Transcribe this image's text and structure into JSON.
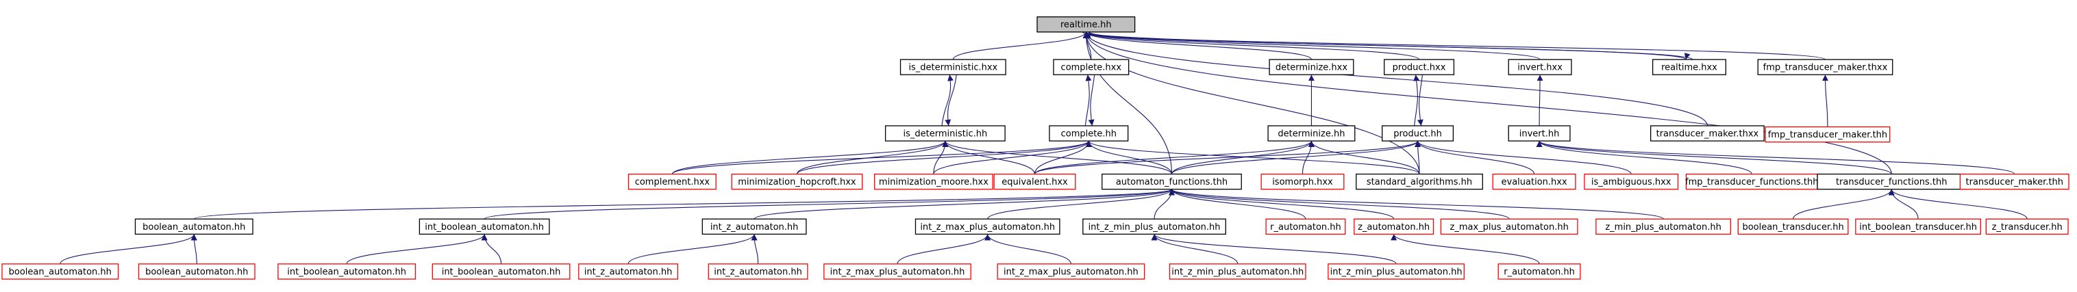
{
  "colors": {
    "edge": "#191970",
    "border_black": "#000000",
    "border_red": "#ff0000",
    "root_fill": "#bfbfbf",
    "node_fill": "#ffffff",
    "text": "#000000"
  },
  "nodes": [
    {
      "id": "realtime_hh",
      "label": "realtime.hh",
      "style": "root"
    },
    {
      "id": "is_det_hxx",
      "label": "is_deterministic.hxx",
      "style": "black"
    },
    {
      "id": "complete_hxx",
      "label": "complete.hxx",
      "style": "black"
    },
    {
      "id": "determinize_hxx",
      "label": "determinize.hxx",
      "style": "black"
    },
    {
      "id": "product_hxx",
      "label": "product.hxx",
      "style": "black"
    },
    {
      "id": "invert_hxx",
      "label": "invert.hxx",
      "style": "black"
    },
    {
      "id": "realtime_hxx",
      "label": "realtime.hxx",
      "style": "black"
    },
    {
      "id": "fmp_tm_thxx",
      "label": "fmp_transducer_maker.thxx",
      "style": "black"
    },
    {
      "id": "is_det_hh",
      "label": "is_deterministic.hh",
      "style": "black"
    },
    {
      "id": "complete_hh",
      "label": "complete.hh",
      "style": "black"
    },
    {
      "id": "determinize_hh",
      "label": "determinize.hh",
      "style": "black"
    },
    {
      "id": "product_hh",
      "label": "product.hh",
      "style": "black"
    },
    {
      "id": "invert_hh",
      "label": "invert.hh",
      "style": "black"
    },
    {
      "id": "tm_thxx",
      "label": "transducer_maker.thxx",
      "style": "black"
    },
    {
      "id": "fmp_tm_thh",
      "label": "fmp_transducer_maker.thh",
      "style": "red"
    },
    {
      "id": "complement_hxx",
      "label": "complement.hxx",
      "style": "red"
    },
    {
      "id": "min_hop_hxx",
      "label": "minimization_hopcroft.hxx",
      "style": "red"
    },
    {
      "id": "min_moore_hxx",
      "label": "minimization_moore.hxx",
      "style": "red"
    },
    {
      "id": "equivalent_hxx",
      "label": "equivalent.hxx",
      "style": "red"
    },
    {
      "id": "af_thh",
      "label": "automaton_functions.thh",
      "style": "black"
    },
    {
      "id": "isomorph_hxx",
      "label": "isomorph.hxx",
      "style": "red"
    },
    {
      "id": "std_alg_hh",
      "label": "standard_algorithms.hh",
      "style": "black"
    },
    {
      "id": "evaluation_hxx",
      "label": "evaluation.hxx",
      "style": "red"
    },
    {
      "id": "is_amb_hxx",
      "label": "is_ambiguous.hxx",
      "style": "red"
    },
    {
      "id": "fmp_tf_thh",
      "label": "fmp_transducer_functions.thh",
      "style": "red"
    },
    {
      "id": "tf_thh",
      "label": "transducer_functions.thh",
      "style": "black"
    },
    {
      "id": "tm_thh",
      "label": "transducer_maker.thh",
      "style": "red"
    },
    {
      "id": "bool_aut_hh",
      "label": "boolean_automaton.hh",
      "style": "black"
    },
    {
      "id": "int_bool_aut_hh",
      "label": "int_boolean_automaton.hh",
      "style": "black"
    },
    {
      "id": "int_z_aut_hh",
      "label": "int_z_automaton.hh",
      "style": "black"
    },
    {
      "id": "int_z_max_hh",
      "label": "int_z_max_plus_automaton.hh",
      "style": "black"
    },
    {
      "id": "int_z_min_hh",
      "label": "int_z_min_plus_automaton.hh",
      "style": "black"
    },
    {
      "id": "r_aut_hh",
      "label": "r_automaton.hh",
      "style": "red"
    },
    {
      "id": "z_aut_hh",
      "label": "z_automaton.hh",
      "style": "red"
    },
    {
      "id": "z_max_hh",
      "label": "z_max_plus_automaton.hh",
      "style": "red"
    },
    {
      "id": "z_min_hh",
      "label": "z_min_plus_automaton.hh",
      "style": "red"
    },
    {
      "id": "bool_trans_hh",
      "label": "boolean_transducer.hh",
      "style": "red"
    },
    {
      "id": "int_bool_trans_hh",
      "label": "int_boolean_transducer.hh",
      "style": "red"
    },
    {
      "id": "z_trans_hh",
      "label": "z_transducer.hh",
      "style": "red"
    },
    {
      "id": "bool_aut_hh_1",
      "label": "boolean_automaton.hh",
      "style": "red"
    },
    {
      "id": "bool_aut_hh_2",
      "label": "boolean_automaton.hh",
      "style": "red"
    },
    {
      "id": "int_bool_aut_hh_1",
      "label": "int_boolean_automaton.hh",
      "style": "red"
    },
    {
      "id": "int_bool_aut_hh_2",
      "label": "int_boolean_automaton.hh",
      "style": "red"
    },
    {
      "id": "int_z_aut_hh_1",
      "label": "int_z_automaton.hh",
      "style": "red"
    },
    {
      "id": "int_z_aut_hh_2",
      "label": "int_z_automaton.hh",
      "style": "red"
    },
    {
      "id": "int_z_max_hh_1",
      "label": "int_z_max_plus_automaton.hh",
      "style": "red"
    },
    {
      "id": "int_z_max_hh_2",
      "label": "int_z_max_plus_automaton.hh",
      "style": "red"
    },
    {
      "id": "int_z_min_hh_1",
      "label": "int_z_min_plus_automaton.hh",
      "style": "red"
    },
    {
      "id": "int_z_min_hh_2",
      "label": "int_z_min_plus_automaton.hh",
      "style": "red"
    },
    {
      "id": "r_aut_hh_b",
      "label": "r_automaton.hh",
      "style": "red"
    }
  ],
  "edges": [
    [
      "is_det_hxx",
      "realtime_hh"
    ],
    [
      "complete_hxx",
      "realtime_hh"
    ],
    [
      "determinize_hxx",
      "realtime_hh"
    ],
    [
      "product_hxx",
      "realtime_hh"
    ],
    [
      "invert_hxx",
      "realtime_hh"
    ],
    [
      "realtime_hxx",
      "realtime_hh"
    ],
    [
      "fmp_tm_thxx",
      "realtime_hh"
    ],
    [
      "tm_thxx",
      "realtime_hh"
    ],
    [
      "std_alg_hh",
      "realtime_hh"
    ],
    [
      "af_thh",
      "realtime_hh"
    ],
    [
      "tf_thh",
      "realtime_hh"
    ],
    [
      "realtime_hh",
      "realtime_hxx"
    ],
    [
      "is_det_hxx",
      "is_det_hh"
    ],
    [
      "is_det_hh",
      "is_det_hxx"
    ],
    [
      "complete_hxx",
      "complete_hh"
    ],
    [
      "complete_hh",
      "complete_hxx"
    ],
    [
      "determinize_hh",
      "determinize_hxx"
    ],
    [
      "product_hxx",
      "product_hh"
    ],
    [
      "product_hh",
      "product_hxx"
    ],
    [
      "invert_hh",
      "invert_hxx"
    ],
    [
      "fmp_tm_thh",
      "fmp_tm_thxx"
    ],
    [
      "complement_hxx",
      "is_det_hh"
    ],
    [
      "min_hop_hxx",
      "is_det_hh"
    ],
    [
      "min_moore_hxx",
      "is_det_hh"
    ],
    [
      "equivalent_hxx",
      "is_det_hh"
    ],
    [
      "af_thh",
      "is_det_hh"
    ],
    [
      "complement_hxx",
      "complete_hh"
    ],
    [
      "min_hop_hxx",
      "complete_hh"
    ],
    [
      "min_moore_hxx",
      "complete_hh"
    ],
    [
      "equivalent_hxx",
      "complete_hh"
    ],
    [
      "af_thh",
      "complete_hh"
    ],
    [
      "std_alg_hh",
      "complete_hh"
    ],
    [
      "equivalent_hxx",
      "determinize_hh"
    ],
    [
      "af_thh",
      "determinize_hh"
    ],
    [
      "isomorph_hxx",
      "determinize_hh"
    ],
    [
      "std_alg_hh",
      "determinize_hh"
    ],
    [
      "equivalent_hxx",
      "product_hh"
    ],
    [
      "af_thh",
      "product_hh"
    ],
    [
      "std_alg_hh",
      "product_hh"
    ],
    [
      "evaluation_hxx",
      "product_hh"
    ],
    [
      "is_amb_hxx",
      "product_hh"
    ],
    [
      "fmp_tf_thh",
      "invert_hh"
    ],
    [
      "tf_thh",
      "invert_hh"
    ],
    [
      "tm_thh",
      "invert_hh"
    ],
    [
      "bool_aut_hh",
      "af_thh"
    ],
    [
      "int_bool_aut_hh",
      "af_thh"
    ],
    [
      "int_z_aut_hh",
      "af_thh"
    ],
    [
      "int_z_max_hh",
      "af_thh"
    ],
    [
      "int_z_min_hh",
      "af_thh"
    ],
    [
      "r_aut_hh",
      "af_thh"
    ],
    [
      "z_aut_hh",
      "af_thh"
    ],
    [
      "z_max_hh",
      "af_thh"
    ],
    [
      "z_min_hh",
      "af_thh"
    ],
    [
      "bool_trans_hh",
      "tf_thh"
    ],
    [
      "int_bool_trans_hh",
      "tf_thh"
    ],
    [
      "z_trans_hh",
      "tf_thh"
    ],
    [
      "bool_aut_hh_1",
      "bool_aut_hh"
    ],
    [
      "bool_aut_hh_2",
      "bool_aut_hh"
    ],
    [
      "int_bool_aut_hh_1",
      "int_bool_aut_hh"
    ],
    [
      "int_bool_aut_hh_2",
      "int_bool_aut_hh"
    ],
    [
      "int_z_aut_hh_1",
      "int_z_aut_hh"
    ],
    [
      "int_z_aut_hh_2",
      "int_z_aut_hh"
    ],
    [
      "int_z_max_hh_1",
      "int_z_max_hh"
    ],
    [
      "int_z_max_hh_2",
      "int_z_max_hh"
    ],
    [
      "int_z_min_hh_1",
      "int_z_min_hh"
    ],
    [
      "int_z_min_hh_2",
      "int_z_min_hh"
    ],
    [
      "r_aut_hh_b",
      "z_aut_hh"
    ]
  ]
}
